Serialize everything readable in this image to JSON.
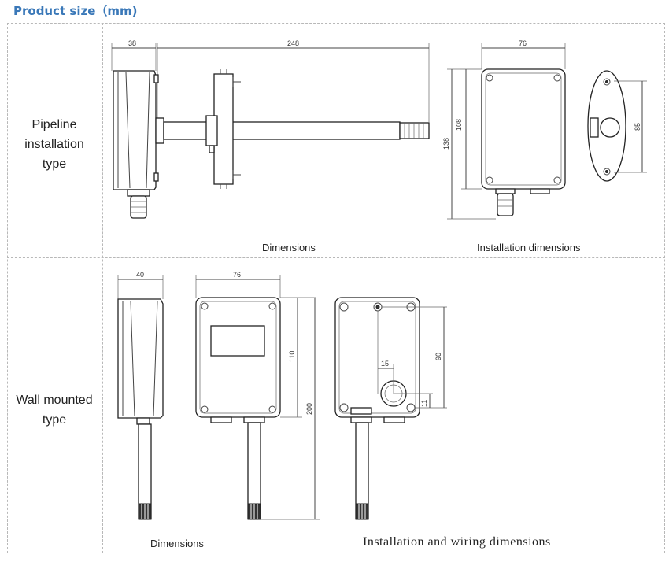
{
  "header": {
    "title": "Product size（mm)"
  },
  "rows": {
    "pipeline": {
      "label_lines": [
        "Pipeline",
        "installation",
        "type"
      ]
    },
    "wall": {
      "label_lines": [
        "Wall mounted",
        "type"
      ]
    }
  },
  "captions": {
    "pipeline_dimensions": "Dimensions",
    "pipeline_installation": "Installation dimensions",
    "wall_dimensions": "Dimensions",
    "wall_installation": "Installation and wiring dimensions"
  },
  "dims": {
    "pipe_width": "38",
    "pipe_length": "248",
    "pipe_box_width": "76",
    "pipe_box_height_inner": "108",
    "pipe_box_height_total": "138",
    "flange_hole_spacing": "85",
    "wall_side_width": "40",
    "wall_front_width": "76",
    "wall_box_height": "110",
    "wall_total_height": "200",
    "wall_hole_spacing": "90",
    "wall_wire_offset_x": "15",
    "wall_wire_offset_y": "11"
  }
}
